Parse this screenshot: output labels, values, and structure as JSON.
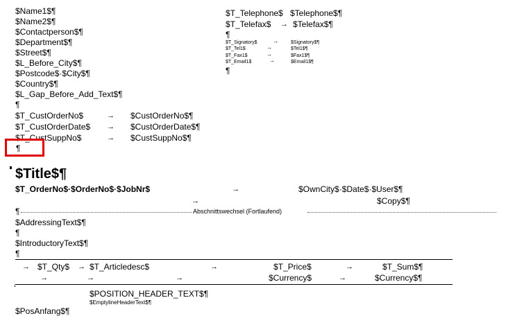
{
  "address_block": [
    "$Name1$¶",
    "$Name2$¶",
    "$Contactperson$¶",
    "$Department$¶",
    "$Street$¶",
    "$L_Before_City$¶",
    "$Postcode$·$City$¶",
    "$Country$¶",
    "$L_Gap_Before_Add_Text$¶",
    "¶"
  ],
  "order_block": [
    {
      "label": "$T_CustOrderNo$",
      "value": "$CustOrderNo$¶"
    },
    {
      "label": "$T_CustOrderDate$",
      "value": "$CustOrderDate$¶"
    },
    {
      "label": "$T_CustSuppNo$",
      "value": "$CustSuppNo$¶"
    }
  ],
  "cursor_para": "¶",
  "contact_block": {
    "telephone": {
      "label": "$T_Telephone$",
      "value": "$Telephone$¶"
    },
    "telefax": {
      "label": "$T_Telefax$",
      "value": "$Telefax$¶"
    },
    "pilcrow": "¶",
    "small_rows": [
      {
        "label": "$T_Signatory$",
        "value": "$Signatory$¶"
      },
      {
        "label": "$T_Tel1$",
        "value": "$Tel1$¶"
      },
      {
        "label": "$T_Fax1$",
        "value": "$Fax1$¶"
      },
      {
        "label": "$T_Email1$",
        "value": "$Email1$¶"
      }
    ],
    "end_pilcrow": "¶"
  },
  "title": "$Title$¶",
  "title_line": {
    "left": "$T_OrderNo$·$OrderNo$·$JobNr$",
    "right": "$OwnCity$·$Date$·$User$¶"
  },
  "copy": "$Copy$¶",
  "section_break": {
    "pilcrow": "¶",
    "label": "Abschnittswechsel (Fortlaufend)"
  },
  "body_lines": [
    "$AddressingText$¶",
    "¶",
    "$IntroductoryText$¶",
    "¶"
  ],
  "table_header": {
    "row1": [
      "$T_Qty$",
      "$T_Articledesc$",
      "$T_Price$",
      "$T_Sum$¶"
    ],
    "row2": [
      "$Currency$",
      "$Currency$¶"
    ],
    "cell_mark": "¹"
  },
  "position_header": "$POSITION_HEADER_TEXT$¶",
  "emptyline_header": "$EmptylineHeaderText$¶",
  "bottom_cut": "$PosAnfang$¶",
  "arrow_glyph": "→"
}
